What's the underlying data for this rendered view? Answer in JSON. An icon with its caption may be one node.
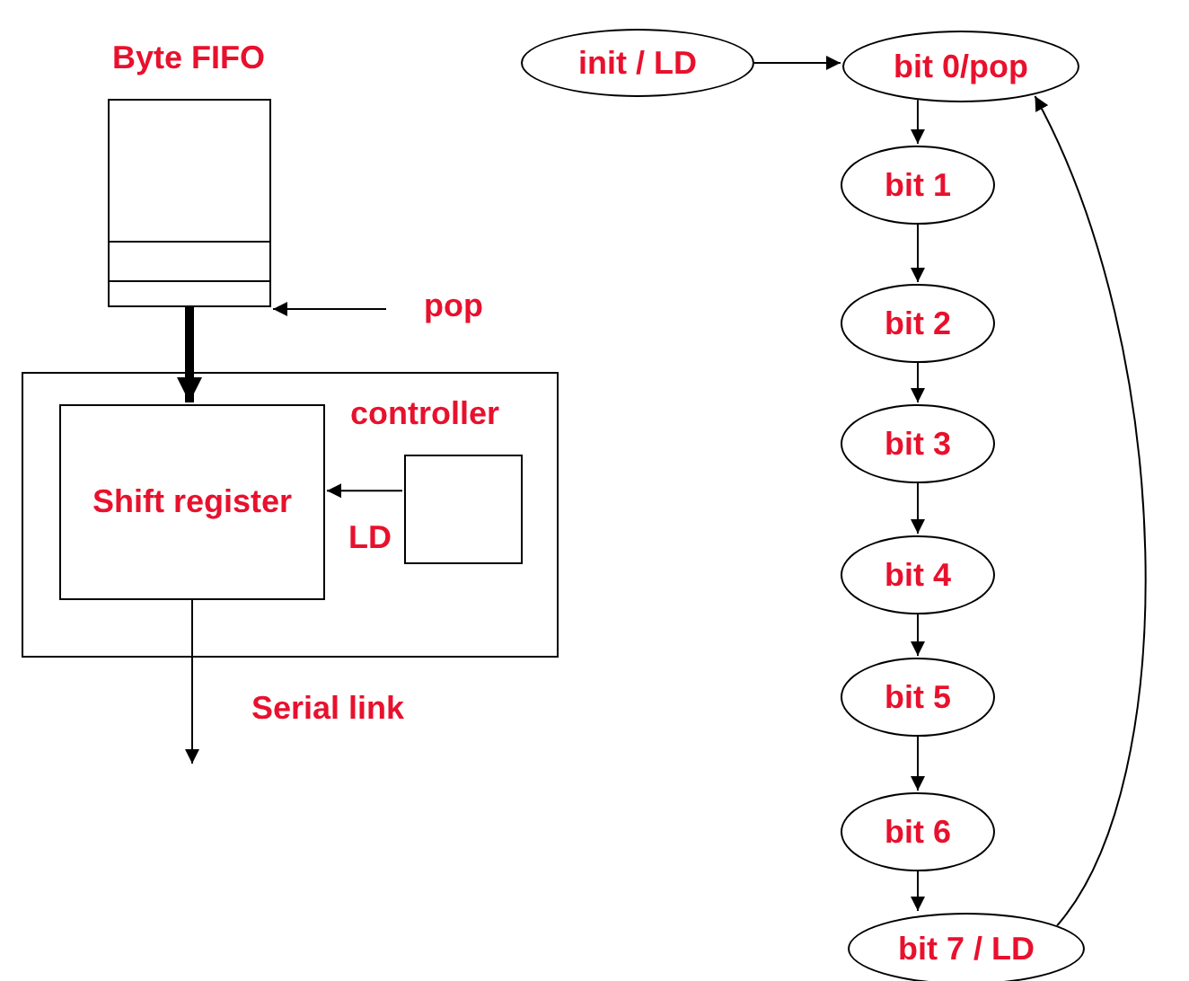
{
  "diagram": {
    "nodes": [
      {
        "text": [
          "Byte FIFO"
        ]
      },
      {
        "text": [
          "pop"
        ]
      },
      {
        "text": [],
        "shape": "box"
      },
      {
        "text": [
          "Shift register"
        ],
        "in": 2
      },
      {
        "text": [
          "controller"
        ],
        "in": 2
      },
      {
        "text": [
          "init / LD"
        ]
      },
      {
        "text": [
          "bit 0/pop"
        ]
      },
      {
        "text": [
          "bit 1"
        ]
      },
      {
        "text": [
          "bit 2"
        ]
      },
      {
        "text": [
          "bit 3"
        ]
      },
      {
        "text": [
          "bit 4"
        ]
      },
      {
        "text": [
          "bit 5"
        ]
      },
      {
        "text": [
          "bit 6"
        ]
      },
      {
        "text": [
          "bit 7 / LD"
        ]
      }
    ],
    "edges": [
      {
        "from": 1,
        "to": 0,
        "arrow": "to"
      },
      {
        "from": 0,
        "to": 3,
        "arrow": "to",
        "style": "thick"
      },
      {
        "from": 4,
        "to": 3,
        "arrow": "to",
        "label": "LD"
      },
      {
        "from": 3,
        "to": null,
        "arrow": "to",
        "label": "Serial link"
      },
      {
        "from": 5,
        "to": 6,
        "arrow": "to"
      },
      {
        "from": 6,
        "to": 7,
        "arrow": "to"
      },
      {
        "from": 7,
        "to": 8,
        "arrow": "to"
      },
      {
        "from": 8,
        "to": 9,
        "arrow": "to"
      },
      {
        "from": 9,
        "to": 10,
        "arrow": "to"
      },
      {
        "from": 10,
        "to": 11,
        "arrow": "to"
      },
      {
        "from": 11,
        "to": 12,
        "arrow": "to"
      },
      {
        "from": 12,
        "to": 13,
        "arrow": "to"
      },
      {
        "from": 13,
        "to": 6,
        "arrow": "to"
      }
    ]
  }
}
